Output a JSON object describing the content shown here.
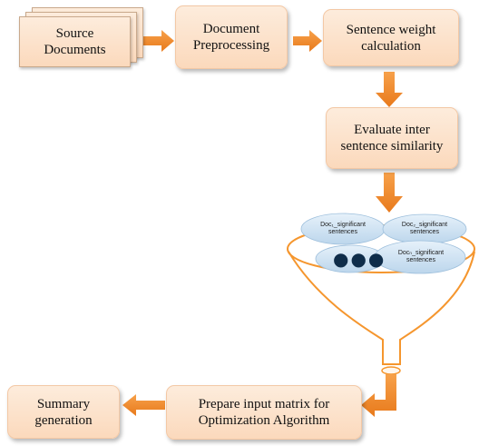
{
  "boxes": {
    "source": "Source\nDocuments",
    "preprocessing": "Document\nPreprocessing",
    "sentence_weight": "Sentence weight\ncalculation",
    "similarity": "Evaluate inter\nsentence similarity",
    "prepare_matrix": "Prepare input matrix for\nOptimization Algorithm",
    "summary": "Summary\ngeneration"
  },
  "funnel": {
    "doc1": "Doc₁_significant\nsentences",
    "doc2": "Doc₂_significant\nsentences",
    "docn": "Docₙ_significant\nsentences",
    "more": "●●●"
  },
  "colors": {
    "box_fill": "#fbdcc1",
    "arrow": "#f08a2a",
    "funnel": "#f5962e",
    "ellipse": "#cfe3f3"
  }
}
